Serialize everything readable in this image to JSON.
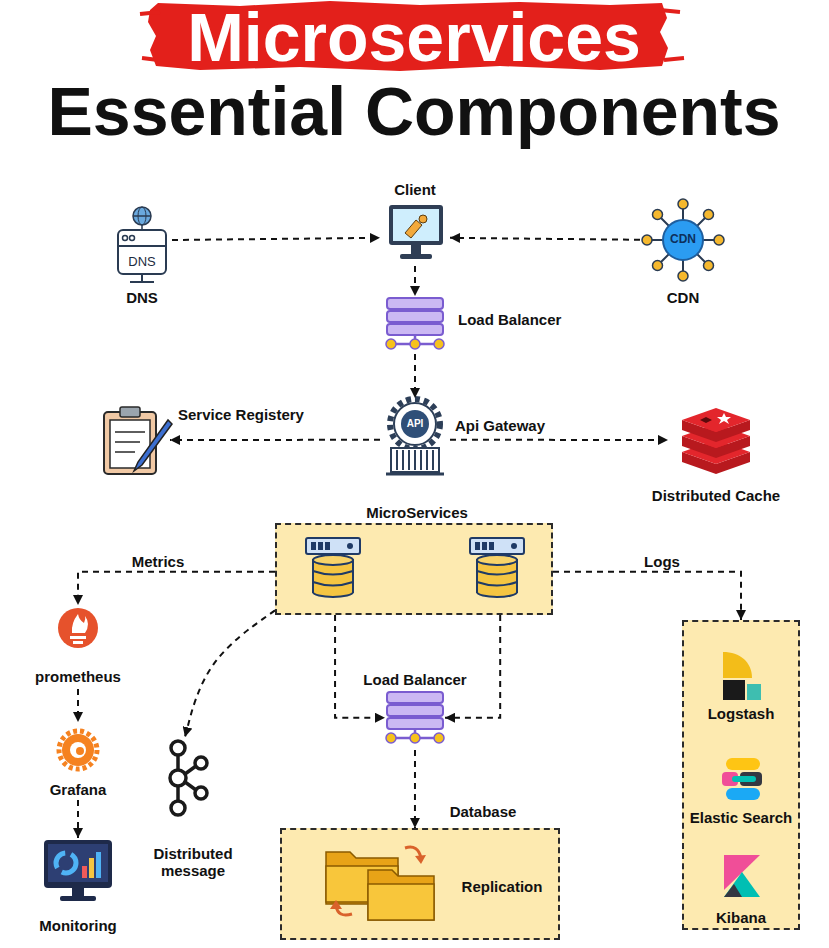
{
  "diagram": {
    "title": "Microservices Essential Components",
    "nodes": [
      {
        "text": [
          "Client"
        ]
      },
      {
        "text": [
          "DNS",
          "DNS"
        ]
      },
      {
        "text": [
          "CDN",
          "CDN"
        ]
      },
      {
        "text": [
          "Load Balancer"
        ]
      },
      {
        "text": [
          "Service Registery"
        ]
      },
      {
        "text": [
          "API",
          "Api Gateway"
        ]
      },
      {
        "text": [
          "Distributed Cache"
        ]
      },
      {
        "text": [
          "MicroServices"
        ]
      },
      {
        "text": [
          "prometheus"
        ]
      },
      {
        "text": [
          "Load Balancer"
        ]
      },
      {
        "text": [
          "Logstash",
          "Elastic Search",
          "Kibana"
        ]
      },
      {
        "text": [
          "Grafana"
        ]
      },
      {
        "text": [
          "Distributed message"
        ]
      },
      {
        "text": [
          "Database",
          "Replication"
        ]
      },
      {
        "text": [
          "Monitoring"
        ]
      }
    ],
    "edges": [
      {
        "from": 1,
        "to": 0,
        "arrow": "to"
      },
      {
        "from": 2,
        "to": 0,
        "arrow": "to"
      },
      {
        "from": 0,
        "to": 3,
        "arrow": "to"
      },
      {
        "from": 3,
        "to": 5,
        "arrow": "to"
      },
      {
        "from": 5,
        "to": 4,
        "arrow": "to"
      },
      {
        "from": 5,
        "to": 6,
        "arrow": "to"
      },
      {
        "from": 7,
        "to": 8,
        "label": "Metrics",
        "arrow": "to"
      },
      {
        "from": 7,
        "to": 10,
        "label": "Logs",
        "arrow": "to"
      },
      {
        "from": 7,
        "to": 12,
        "arrow": "to"
      },
      {
        "from": 7,
        "to": 9,
        "arrow": "to"
      },
      {
        "from": 7,
        "to": 9,
        "arrow": "to"
      },
      {
        "from": 9,
        "to": 13,
        "arrow": "to"
      },
      {
        "from": 8,
        "to": 11,
        "arrow": "to"
      },
      {
        "from": 11,
        "to": 14,
        "arrow": "to"
      }
    ]
  }
}
